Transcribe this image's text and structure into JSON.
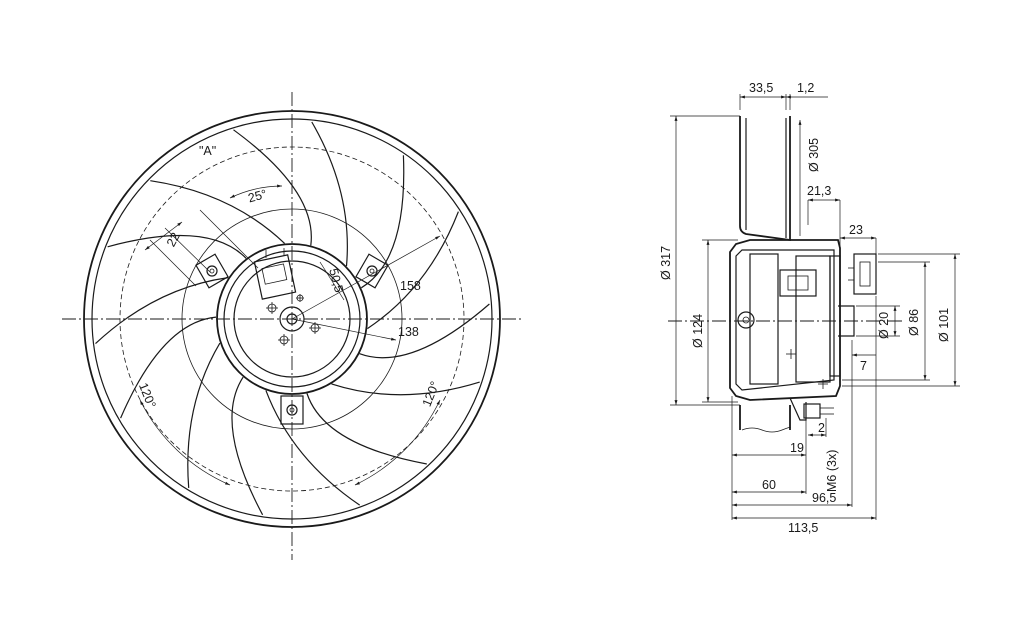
{
  "front_view": {
    "labels": {
      "detail_a": "\"A\"",
      "angle_25": "25°",
      "dim_22": "22",
      "dim_50_5": "50,5",
      "dim_158": "158",
      "dim_138": "138",
      "angle_120_left": "120°",
      "angle_120_right": "120°"
    }
  },
  "side_view": {
    "labels": {
      "dim_33_5": "33,5",
      "dim_1_2": "1,2",
      "dim_d305": "Ø 305",
      "dim_21_3": "21,3",
      "dim_23": "23",
      "dim_d317": "Ø 317",
      "dim_d124": "Ø 124",
      "dim_d20": "Ø 20",
      "dim_d86": "Ø 86",
      "dim_d101": "Ø 101",
      "dim_7": "7",
      "dim_2": "2",
      "dim_19": "19",
      "dim_m6": "M6 (3x)",
      "dim_60": "60",
      "dim_96_5": "96,5",
      "dim_113_5": "113,5"
    }
  }
}
